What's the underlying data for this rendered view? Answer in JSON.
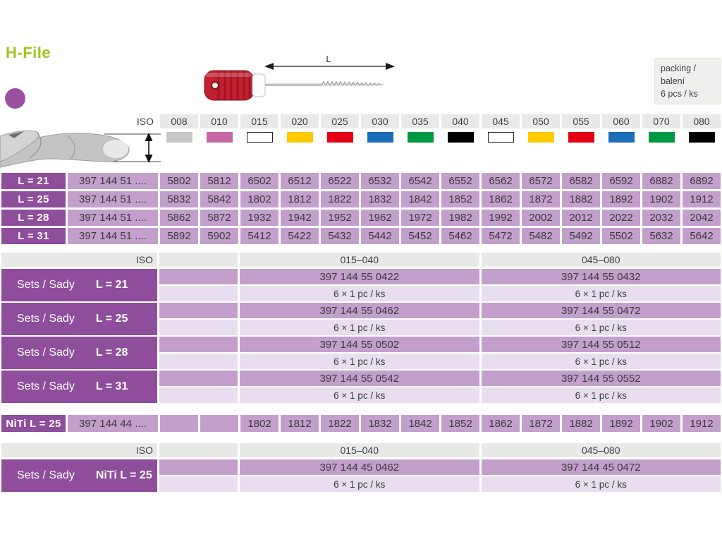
{
  "title": "H-File",
  "packing": {
    "line1": "packing / balení",
    "line2": "6 pcs / ks"
  },
  "diagram": {
    "length_label": "L"
  },
  "iso": {
    "label": "ISO",
    "sizes": [
      "008",
      "010",
      "015",
      "020",
      "025",
      "030",
      "035",
      "040",
      "045",
      "050",
      "055",
      "060",
      "070",
      "080"
    ],
    "swatch_colors": [
      "#c6c6c6",
      "#c767a4",
      "#ffffff",
      "#ffcb00",
      "#e30016",
      "#1b6fb8",
      "#009845",
      "#000000",
      "#ffffff",
      "#ffcb00",
      "#e30016",
      "#1b6fb8",
      "#009845",
      "#000000"
    ]
  },
  "main_table": {
    "rows": [
      {
        "label": "L = 21",
        "catalog": "397 144 51 ....",
        "values": [
          "5802",
          "5812",
          "6502",
          "6512",
          "6522",
          "6532",
          "6542",
          "6552",
          "6562",
          "6572",
          "6582",
          "6592",
          "6882",
          "6892"
        ]
      },
      {
        "label": "L = 25",
        "catalog": "397 144 51 ....",
        "values": [
          "5832",
          "5842",
          "1802",
          "1812",
          "1822",
          "1832",
          "1842",
          "1852",
          "1862",
          "1872",
          "1882",
          "1892",
          "1902",
          "1912"
        ]
      },
      {
        "label": "L = 28",
        "catalog": "397 144 51 ....",
        "values": [
          "5862",
          "5872",
          "1932",
          "1942",
          "1952",
          "1962",
          "1972",
          "1982",
          "1992",
          "2002",
          "2012",
          "2022",
          "2032",
          "2042"
        ]
      },
      {
        "label": "L = 31",
        "catalog": "397 144 51 ....",
        "values": [
          "5892",
          "5902",
          "5412",
          "5422",
          "5432",
          "5442",
          "5452",
          "5462",
          "5472",
          "5482",
          "5492",
          "5502",
          "5632",
          "5642"
        ]
      }
    ]
  },
  "sets": {
    "iso_label": "ISO",
    "range1": "015–040",
    "range2": "045–080",
    "label": "Sets / Sady",
    "qty": "6 × 1 pc / ks",
    "rows": [
      {
        "variant": "L = 21",
        "code1": "397 144 55 0422",
        "code2": "397 144 55 0432"
      },
      {
        "variant": "L = 25",
        "code1": "397 144 55 0462",
        "code2": "397 144 55 0472"
      },
      {
        "variant": "L = 28",
        "code1": "397 144 55 0502",
        "code2": "397 144 55 0512"
      },
      {
        "variant": "L = 31",
        "code1": "397 144 55 0542",
        "code2": "397 144 55 0552"
      }
    ]
  },
  "niti": {
    "label": "NiTi L = 25",
    "catalog": "397 144 44 ....",
    "values": [
      "",
      "",
      "1802",
      "1812",
      "1822",
      "1832",
      "1842",
      "1852",
      "1862",
      "1872",
      "1882",
      "1892",
      "1902",
      "1912"
    ]
  },
  "niti_sets": {
    "label": "Sets / Sady",
    "variant": "NiTi L = 25",
    "code1": "397 144 45 0462",
    "code2": "397 144 45 0472"
  }
}
